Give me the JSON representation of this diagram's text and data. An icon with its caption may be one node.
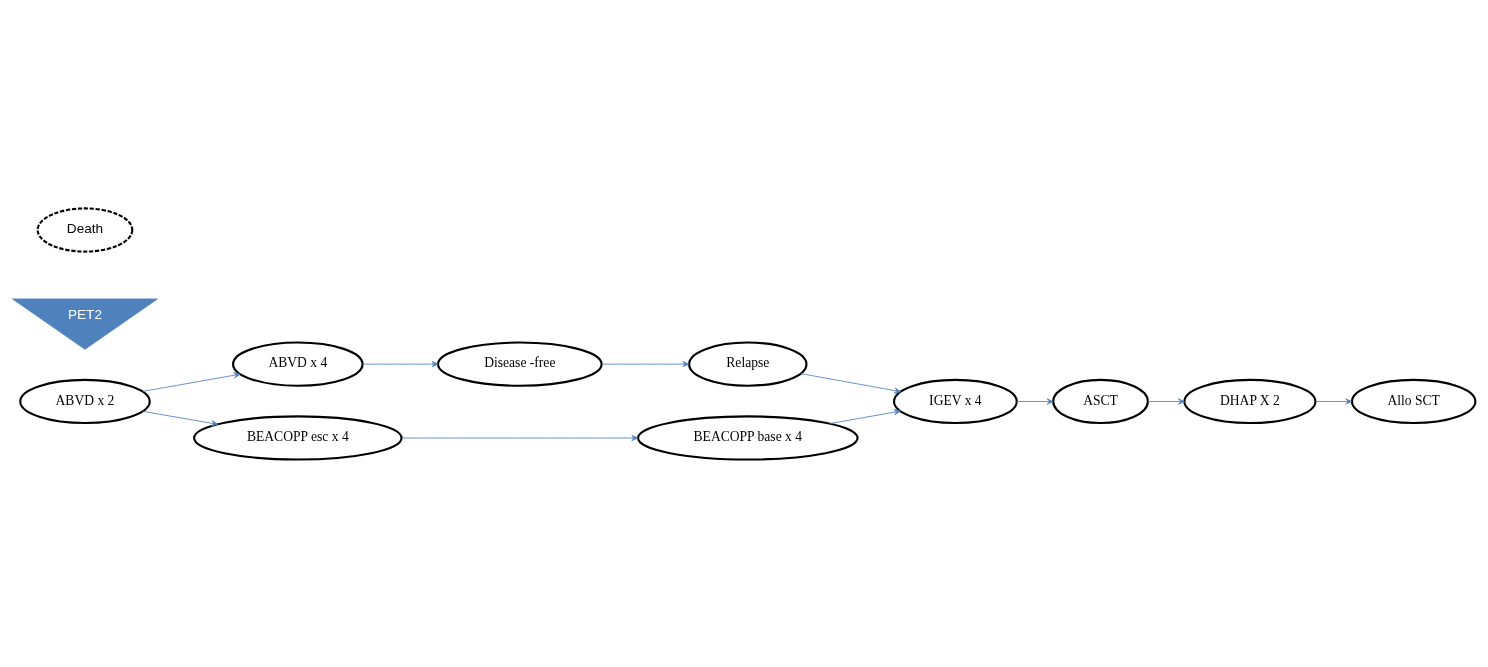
{
  "diagram": {
    "nodes": [
      {
        "text": [
          "ABVD x 2"
        ]
      },
      {
        "text": [
          "PET2"
        ]
      },
      {
        "text": [
          "ABVD x 4"
        ]
      },
      {
        "text": [
          "Disease -free"
        ]
      },
      {
        "text": [
          "Relapse"
        ]
      },
      {
        "text": [
          "BEACOPP esc x 4"
        ]
      },
      {
        "text": [
          "BEACOPP base x 4"
        ]
      },
      {
        "text": [
          "Death"
        ]
      },
      {
        "text": [
          "IGEV x 4"
        ]
      },
      {
        "text": [
          "ASCT"
        ]
      },
      {
        "text": [
          "DHAP X 2"
        ]
      },
      {
        "text": [
          "Allo SCT"
        ]
      }
    ],
    "edges": [
      {
        "from": 0,
        "to": 2,
        "arrow": "to"
      },
      {
        "from": 0,
        "to": 5,
        "arrow": "to"
      },
      {
        "from": 2,
        "to": 3,
        "arrow": "to"
      },
      {
        "from": 3,
        "to": 4,
        "arrow": "to"
      },
      {
        "from": 5,
        "to": 6,
        "arrow": "to"
      },
      {
        "from": 6,
        "to": 8,
        "arrow": "to"
      },
      {
        "from": 4,
        "to": 8,
        "arrow": "to"
      },
      {
        "from": 8,
        "to": 9,
        "arrow": "to"
      },
      {
        "from": 9,
        "to": 10,
        "arrow": "to"
      },
      {
        "from": 10,
        "to": 11,
        "arrow": "to"
      }
    ]
  }
}
